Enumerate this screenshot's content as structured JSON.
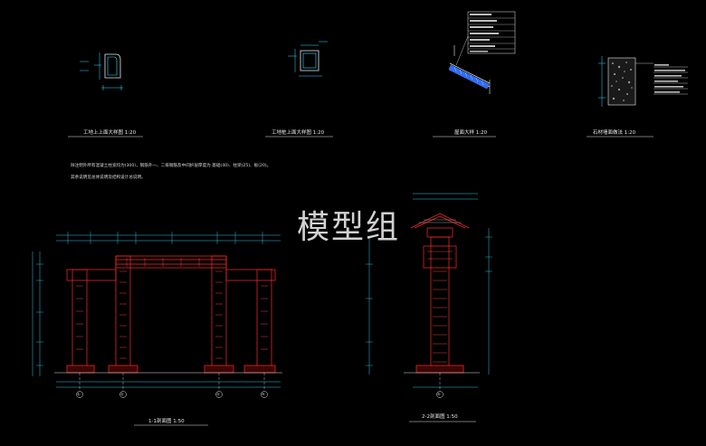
{
  "views": {
    "detail1_title": "工地上上面大样图 1:20",
    "detail2_title": "工地桩上面大样图 1:20",
    "detail3_title": "屋面大样 1:20",
    "detail4_title": "石材墙面做法 1:20",
    "section1_title": "1-1剖面图 1:50",
    "section2_title": "2-2剖面图 1:50"
  },
  "notes": {
    "line1": "除注明外所有混凝土柱宽均为(300)，钢筋外一、二排钢筋及中间护层厚度为 基础(40)、柱梁(25)、板(20)。",
    "line2": "其余说明见总体说明及结构设计总说明。"
  },
  "axes": {
    "s1_a": "①",
    "s1_b": "②",
    "s1_c": "③",
    "s1_d": "④",
    "s2_a": "⑤"
  },
  "watermark": "模型组",
  "colors": {
    "background": "#000000",
    "structure_red": "#ff2a2a",
    "dimension_cyan": "#35e0ff",
    "leader_blue": "#4d8cff",
    "text_white": "#e8e8e8"
  }
}
